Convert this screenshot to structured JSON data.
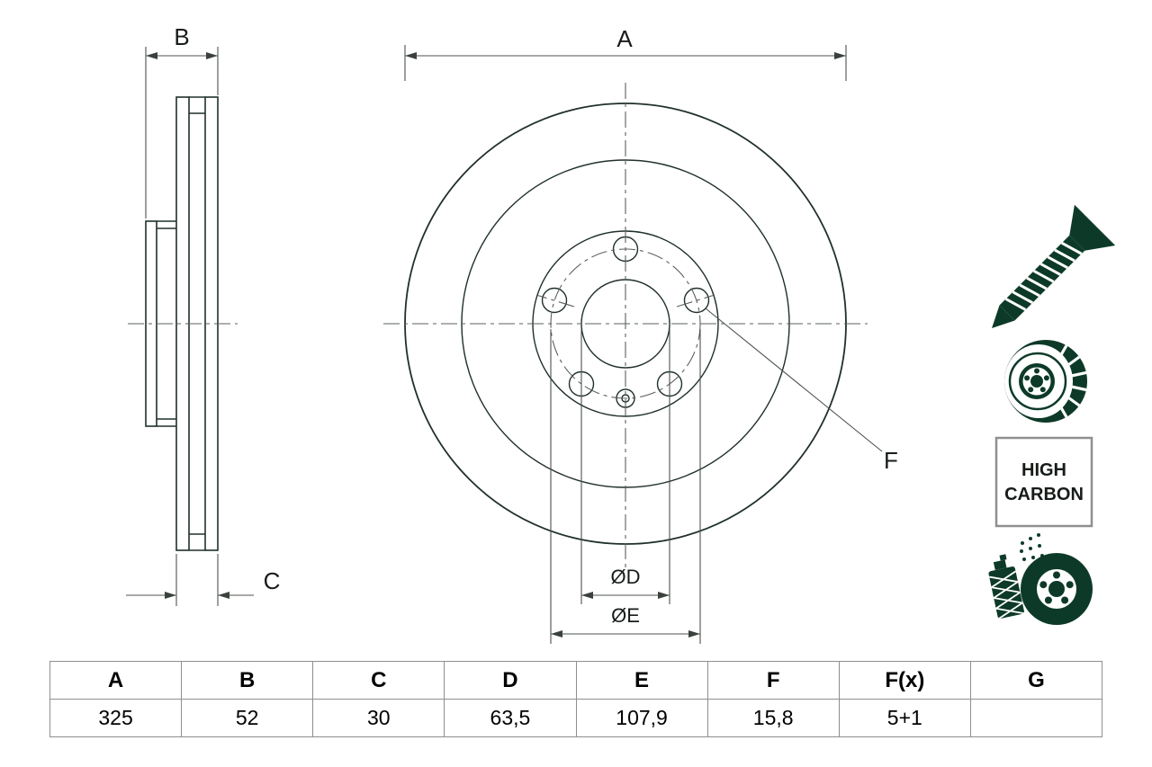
{
  "drawing": {
    "dimension_labels": {
      "a": "A",
      "b": "B",
      "c": "C",
      "d": "ØD",
      "e": "ØE",
      "f": "F"
    },
    "colors": {
      "icon_green": "#0d3a28",
      "geometry_line": "#20302a",
      "dimension_line": "#4d544f",
      "table_border": "#8f8f8f"
    }
  },
  "badge": {
    "line1": "HIGH",
    "line2": "CARBON"
  },
  "icons": [
    {
      "name": "countersunk-screw-icon"
    },
    {
      "name": "vented-brake-disc-icon"
    },
    {
      "name": "high-carbon-badge"
    },
    {
      "name": "spray-can-icon"
    }
  ],
  "table": {
    "headers": [
      "A",
      "B",
      "C",
      "D",
      "E",
      "F",
      "F(x)",
      "G"
    ],
    "values": [
      "325",
      "52",
      "30",
      "63,5",
      "107,9",
      "15,8",
      "5+1",
      ""
    ]
  }
}
